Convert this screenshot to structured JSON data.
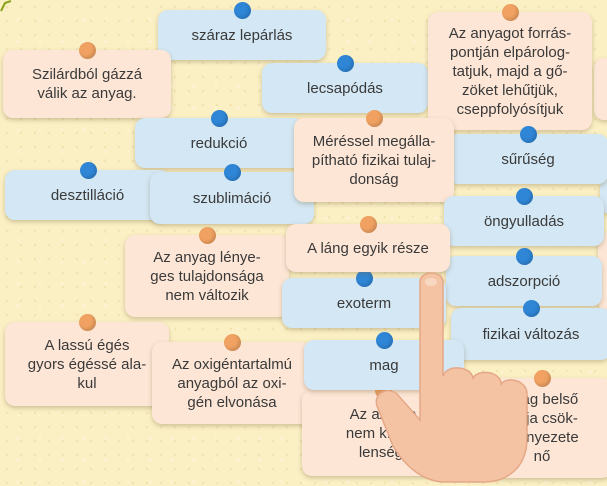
{
  "colors": {
    "background": "#fbf0c4",
    "blue_card": "#d3e7f4",
    "orange_card": "#fde6d6",
    "blue_pin": "#2f86d6",
    "orange_pin": "#f1a262"
  },
  "icons": {
    "pointer": "pointing-hand-icon",
    "corner": "corner-marker-icon"
  },
  "cards": {
    "szaraz_leparlas": "száraz lepárlás",
    "szilard_gazza": "Szilárdból gázzá\nválik az anyag.",
    "lecsapodas": "lecsapódás",
    "anyagot_forraspontjan": "Az anyagot forrás-\npontján elpárolog-\ntatjuk, majd a gő-\nzöket lehűtjük,\ncseppfolyósítjuk",
    "redukcio": "redukció",
    "meressel": "Méréssel megálla-\npítható fizikai tulaj-\ndonság",
    "suruseg": "sűrűség",
    "desztillacio": "desztilláció",
    "szublimacio": "szublimáció",
    "ongyulladas": "öngyulladás",
    "lenyeges_tulajdonsag": "Az anyag lénye-\nges tulajdonsága\nnem változik",
    "lang_egyik_resze": "A láng egyik része",
    "adszorpcio": "adszorpció",
    "exoterm": "exoterm",
    "fizikai_valtozas": "fizikai változás",
    "lassu_eges": "A lassú égés\ngyors égéssé ala-\nkul",
    "oxigentartalmu": "Az oxigéntartalmú\nanyagból az oxi-\ngén elvonása",
    "mag": "mag",
    "az_az_eges": "Az az ége\nnem kísér t\nlenség.",
    "anyag_belso": "nyag belső\ngiája csök-\nkörnyezete\nnő"
  }
}
